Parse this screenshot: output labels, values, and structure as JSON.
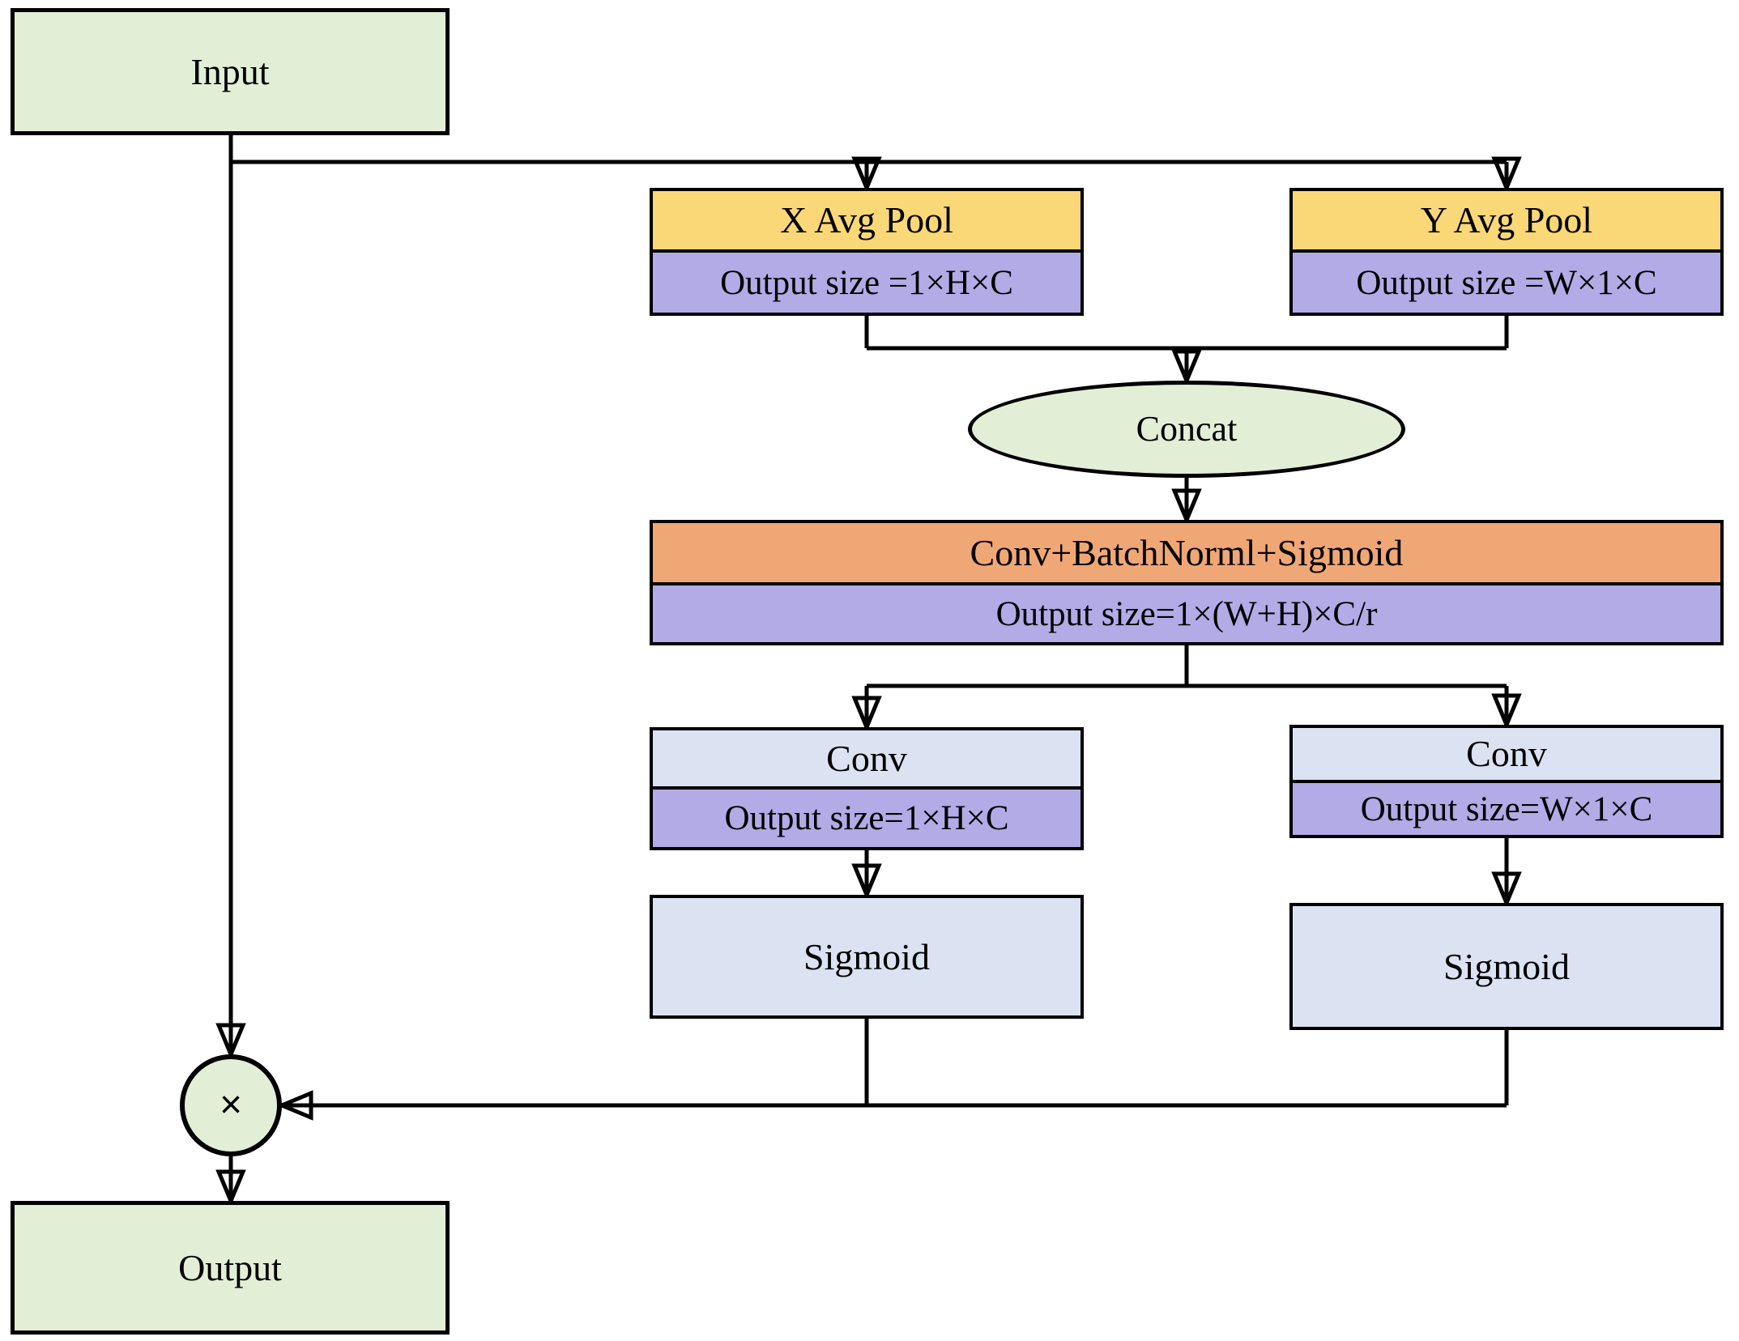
{
  "colors": {
    "green": "#e3eed7",
    "yellow": "#fbd877",
    "purple": "#b2abe6",
    "orange": "#f0a776",
    "blue": "#dbe3f2",
    "line": "#000000",
    "background": "#ffffff"
  },
  "nodes": {
    "input": {
      "label": "Input"
    },
    "x_avg_pool": {
      "title": "X Avg Pool",
      "output_size": "Output size =1×H×C"
    },
    "y_avg_pool": {
      "title": "Y Avg Pool",
      "output_size": "Output size =W×1×C"
    },
    "concat": {
      "label": "Concat"
    },
    "conv_bn_sigmoid": {
      "title": "Conv+BatchNorml+Sigmoid",
      "output_size": "Output size=1×(W+H)×C/r"
    },
    "conv_x": {
      "title": "Conv",
      "output_size": "Output size=1×H×C"
    },
    "conv_y": {
      "title": "Conv",
      "output_size": "Output size=W×1×C"
    },
    "sigmoid_x": {
      "label": "Sigmoid"
    },
    "sigmoid_y": {
      "label": "Sigmoid"
    },
    "multiply": {
      "symbol": "×"
    },
    "output": {
      "label": "Output"
    }
  }
}
